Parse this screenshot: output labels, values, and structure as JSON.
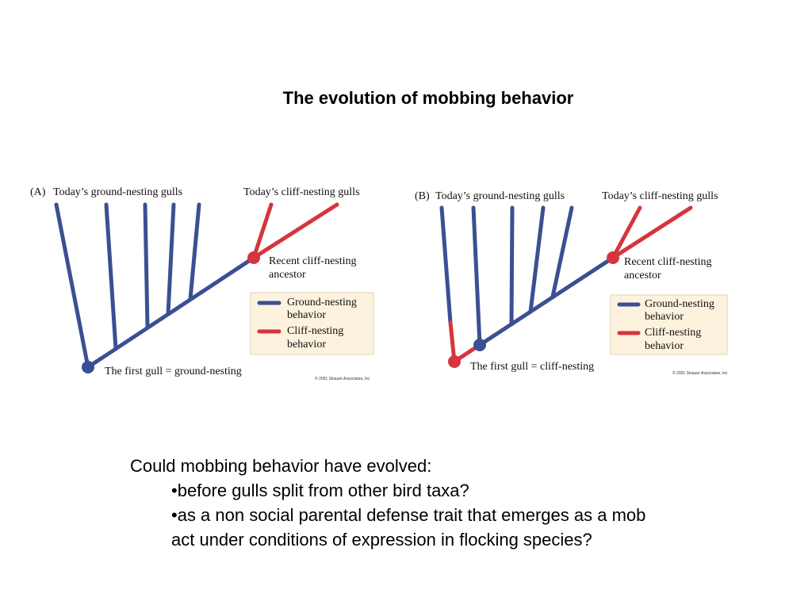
{
  "title": "The evolution of mobbing behavior",
  "colors": {
    "ground": "#3b4f93",
    "cliff": "#d6353d",
    "legend_bg": "#fcf2dd"
  },
  "panel_a": {
    "letter": "(A)",
    "ground_label": "Today’s ground-nesting gulls",
    "cliff_label": "Today’s cliff-nesting gulls",
    "ancestor_label_1": "Recent cliff-nesting",
    "ancestor_label_2": "ancestor",
    "root_label": "The first gull = ground-nesting",
    "legend_ground_1": "Ground-nesting",
    "legend_ground_2": "behavior",
    "legend_cliff_1": "Cliff-nesting",
    "legend_cliff_2": "behavior",
    "copyright": "© 2001 Sinauer Associates, Inc"
  },
  "panel_b": {
    "letter": "(B)",
    "ground_label": "Today’s ground-nesting gulls",
    "cliff_label": "Today’s cliff-nesting gulls",
    "ancestor_label_1": "Recent cliff-nesting",
    "ancestor_label_2": "ancestor",
    "root_label": "The first gull = cliff-nesting",
    "legend_ground_1": "Ground-nesting",
    "legend_ground_2": "behavior",
    "legend_cliff_1": "Cliff-nesting",
    "legend_cliff_2": "behavior",
    "copyright": "© 2001 Sinauer Associates, Inc"
  },
  "question": {
    "intro": "Could mobbing behavior have evolved:",
    "bullet_1": "•before gulls split from other bird taxa?",
    "bullet_2a": "•as a non social parental defense trait that emerges as a mob",
    "bullet_2b": "act under conditions of expression in flocking species?"
  }
}
